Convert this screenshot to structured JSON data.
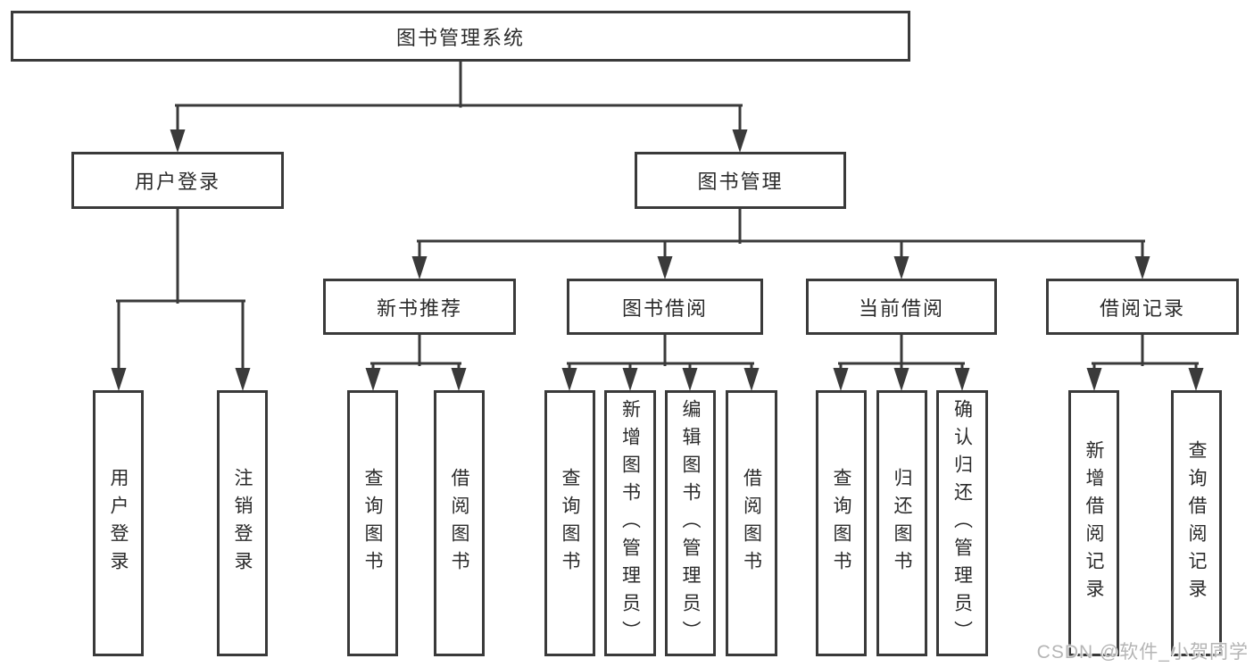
{
  "diagram": {
    "root": "图书管理系统",
    "level2": [
      "用户登录",
      "图书管理"
    ],
    "level3": [
      "新书推荐",
      "图书借阅",
      "当前借阅",
      "借阅记录"
    ],
    "leaves": [
      "用户登录",
      "注销登录",
      "查询图书",
      "借阅图书",
      "查询图书",
      "新增图书（管理员）",
      "编辑图书（管理员）",
      "借阅图书",
      "查询图书",
      "归还图书",
      "确认归还（管理员）",
      "新增借阅记录",
      "查询借阅记录"
    ]
  },
  "watermark": "CSDN @软件_小贺同学",
  "colors": {
    "line": "#3a3a3a",
    "box_border": "#3a3a3a",
    "text": "#2b2b2b",
    "watermark": "#b5b5b5",
    "background": "#ffffff"
  }
}
